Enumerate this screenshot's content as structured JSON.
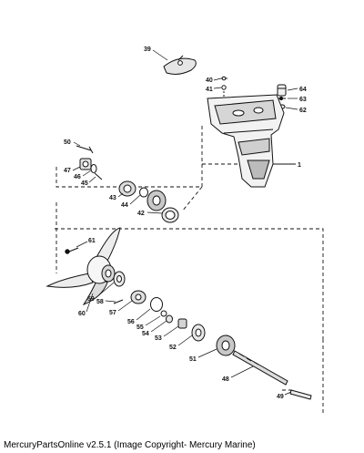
{
  "part_labels": {
    "p39": "39",
    "p40": "40",
    "p41": "41",
    "p64": "64",
    "p63": "63",
    "p62": "62",
    "p1": "1",
    "p50": "50",
    "p47": "47",
    "p46": "46",
    "p45": "45",
    "p43": "43",
    "p44": "44",
    "p42": "42",
    "p61": "61",
    "p58": "58",
    "p59": "59",
    "p60": "60",
    "p57": "57",
    "p56": "56",
    "p55": "55",
    "p54": "54",
    "p53": "53",
    "p52": "52",
    "p51": "51",
    "p48": "48",
    "p49": "49"
  },
  "footer": {
    "caption": "MercuryPartsOnline v2.5.1 (Image Copyright- Mercury Marine)"
  }
}
